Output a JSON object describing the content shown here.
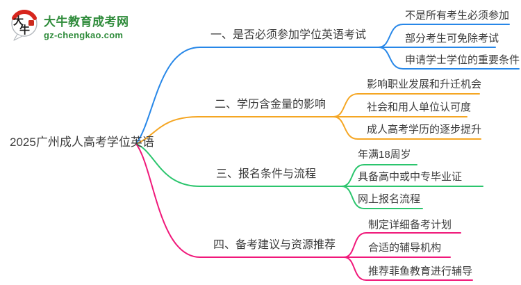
{
  "page": {
    "background": "#ffffff"
  },
  "logo": {
    "icon_chars": {
      "first": "大",
      "second": "牛"
    },
    "site_name": "大牛教育成考网",
    "site_domain": "gz-chengkao.com",
    "brand_green": "#2e8b3a",
    "seal_red": "#d7261e"
  },
  "mindmap": {
    "root": {
      "label": "2025广州成人高考学位英语"
    },
    "branches": [
      {
        "label": "一、是否必须参加学位英语考试",
        "color": "#2787e8",
        "children": [
          "不是所有考生必须参加",
          "部分考生可免除考试",
          "申请学士学位的重要条件"
        ]
      },
      {
        "label": "二、学历含金量的影响",
        "color": "#f5a623",
        "children": [
          "影响职业发展和升迁机会",
          "社会和用人单位认可度",
          "成人高考学历的逐步提升"
        ]
      },
      {
        "label": "三、报名条件与流程",
        "color": "#2bc56d",
        "children": [
          "年满18周岁",
          "具备高中或中专毕业证",
          "网上报名流程"
        ]
      },
      {
        "label": "四、备考建议与资源推荐",
        "color": "#f0187a",
        "children": [
          "制定详细备考计划",
          "合适的辅导机构",
          "推荐菲鱼教育进行辅导"
        ]
      }
    ]
  }
}
